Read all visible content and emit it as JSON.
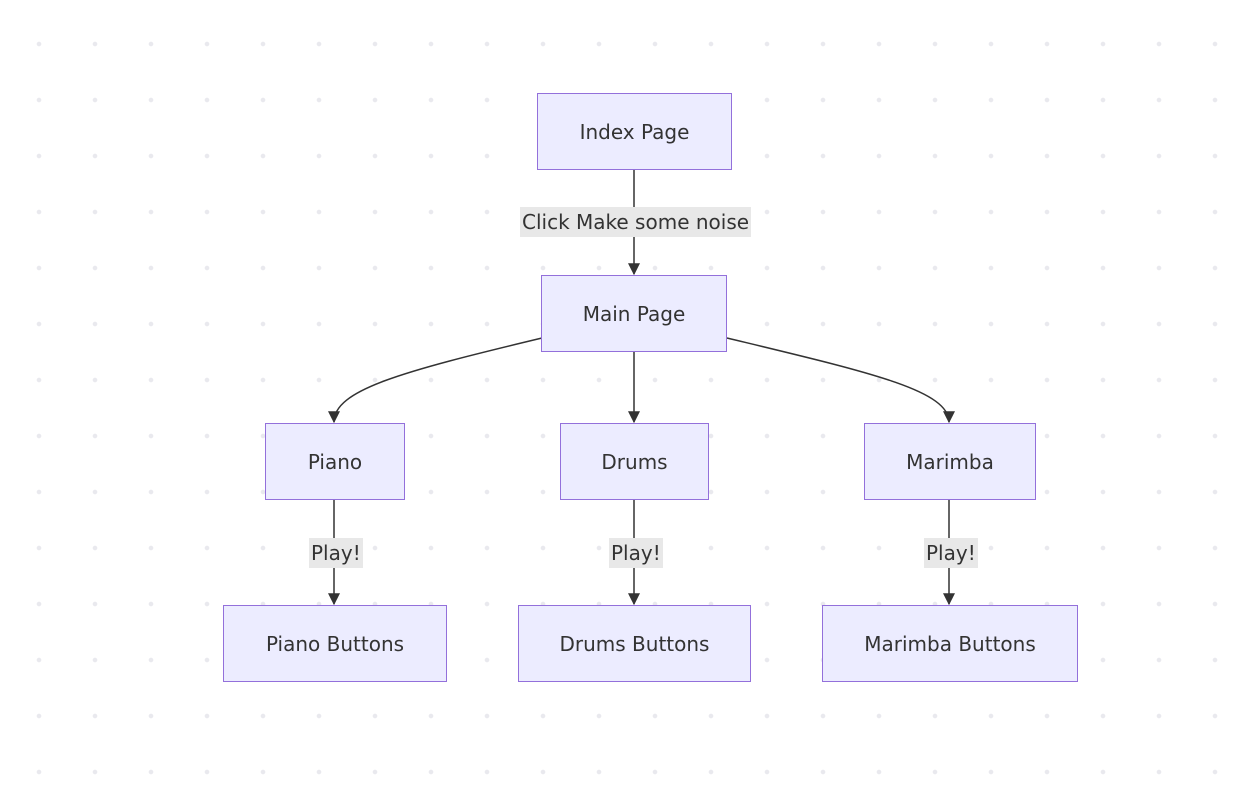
{
  "nodes": {
    "index": "Index Page",
    "main": "Main Page",
    "piano": "Piano",
    "drums": "Drums",
    "marimba": "Marimba",
    "piano_buttons": "Piano Buttons",
    "drums_buttons": "Drums Buttons",
    "marimba_buttons": "Marimba Buttons"
  },
  "edge_labels": {
    "index_to_main": "Click Make some noise",
    "piano_to_buttons": "Play!",
    "drums_to_buttons": "Play!",
    "marimba_to_buttons": "Play!"
  },
  "colors": {
    "node_fill": "#ececff",
    "node_border": "#9370db",
    "edge": "#333333",
    "label_bg": "#e8e8e8"
  }
}
